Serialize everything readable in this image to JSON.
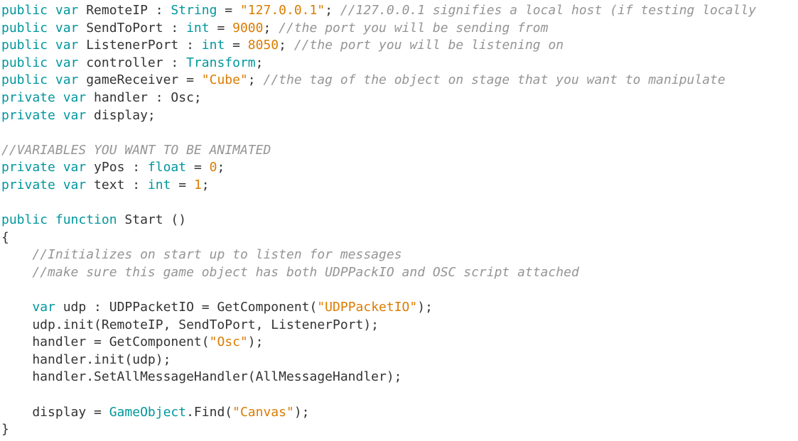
{
  "page": {
    "background": "#ffffff",
    "language": "unityscript-code-listing"
  },
  "palette": {
    "kw": "#00979D",
    "type": "#00979D",
    "str": "#DB7C00",
    "num": "#DB7C00",
    "cmt": "#959595",
    "plain": "#333333"
  },
  "code": {
    "lines": [
      [
        {
          "s": "public var",
          "c": "kw"
        },
        {
          "s": " RemoteIP : ",
          "c": "plain"
        },
        {
          "s": "String",
          "c": "type"
        },
        {
          "s": " = ",
          "c": "plain"
        },
        {
          "s": "\"127.0.0.1\"",
          "c": "str"
        },
        {
          "s": "; ",
          "c": "plain"
        },
        {
          "s": "//127.0.0.1 signifies a local host (if testing locally",
          "c": "cmt"
        }
      ],
      [
        {
          "s": "public var",
          "c": "kw"
        },
        {
          "s": " SendToPort : ",
          "c": "plain"
        },
        {
          "s": "int",
          "c": "type"
        },
        {
          "s": " = ",
          "c": "plain"
        },
        {
          "s": "9000",
          "c": "num"
        },
        {
          "s": "; ",
          "c": "plain"
        },
        {
          "s": "//the port you will be sending from",
          "c": "cmt"
        }
      ],
      [
        {
          "s": "public var",
          "c": "kw"
        },
        {
          "s": " ListenerPort : ",
          "c": "plain"
        },
        {
          "s": "int",
          "c": "type"
        },
        {
          "s": " = ",
          "c": "plain"
        },
        {
          "s": "8050",
          "c": "num"
        },
        {
          "s": "; ",
          "c": "plain"
        },
        {
          "s": "//the port you will be listening on",
          "c": "cmt"
        }
      ],
      [
        {
          "s": "public var",
          "c": "kw"
        },
        {
          "s": " controller : ",
          "c": "plain"
        },
        {
          "s": "Transform",
          "c": "type"
        },
        {
          "s": ";",
          "c": "plain"
        }
      ],
      [
        {
          "s": "public var",
          "c": "kw"
        },
        {
          "s": " gameReceiver = ",
          "c": "plain"
        },
        {
          "s": "\"Cube\"",
          "c": "str"
        },
        {
          "s": "; ",
          "c": "plain"
        },
        {
          "s": "//the tag of the object on stage that you want to manipulate",
          "c": "cmt"
        }
      ],
      [
        {
          "s": "private var",
          "c": "kw"
        },
        {
          "s": " handler : Osc;",
          "c": "plain"
        }
      ],
      [
        {
          "s": "private var",
          "c": "kw"
        },
        {
          "s": " display;",
          "c": "plain"
        }
      ],
      [],
      [
        {
          "s": "//VARIABLES YOU WANT TO BE ANIMATED",
          "c": "cmt"
        }
      ],
      [
        {
          "s": "private var",
          "c": "kw"
        },
        {
          "s": " yPos : ",
          "c": "plain"
        },
        {
          "s": "float",
          "c": "type"
        },
        {
          "s": " = ",
          "c": "plain"
        },
        {
          "s": "0",
          "c": "num"
        },
        {
          "s": ";",
          "c": "plain"
        }
      ],
      [
        {
          "s": "private var",
          "c": "kw"
        },
        {
          "s": " text : ",
          "c": "plain"
        },
        {
          "s": "int",
          "c": "type"
        },
        {
          "s": " = ",
          "c": "plain"
        },
        {
          "s": "1",
          "c": "num"
        },
        {
          "s": ";",
          "c": "plain"
        }
      ],
      [],
      [
        {
          "s": "public function",
          "c": "kw"
        },
        {
          "s": " Start ()",
          "c": "plain"
        }
      ],
      [
        {
          "s": "{",
          "c": "plain"
        }
      ],
      [
        {
          "s": "    ",
          "c": "plain"
        },
        {
          "s": "//Initializes on start up to listen for messages",
          "c": "cmt"
        }
      ],
      [
        {
          "s": "    ",
          "c": "plain"
        },
        {
          "s": "//make sure this game object has both UDPPackIO and OSC script attached",
          "c": "cmt"
        }
      ],
      [],
      [
        {
          "s": "    ",
          "c": "plain"
        },
        {
          "s": "var",
          "c": "kw"
        },
        {
          "s": " udp : UDPPacketIO = GetComponent(",
          "c": "plain"
        },
        {
          "s": "\"UDPPacketIO\"",
          "c": "str"
        },
        {
          "s": ");",
          "c": "plain"
        }
      ],
      [
        {
          "s": "    udp.init(RemoteIP, SendToPort, ListenerPort);",
          "c": "plain"
        }
      ],
      [
        {
          "s": "    handler = GetComponent(",
          "c": "plain"
        },
        {
          "s": "\"Osc\"",
          "c": "str"
        },
        {
          "s": ");",
          "c": "plain"
        }
      ],
      [
        {
          "s": "    handler.init(udp);",
          "c": "plain"
        }
      ],
      [
        {
          "s": "    handler.SetAllMessageHandler(AllMessageHandler);",
          "c": "plain"
        }
      ],
      [],
      [
        {
          "s": "    display = ",
          "c": "plain"
        },
        {
          "s": "GameObject",
          "c": "type"
        },
        {
          "s": ".Find(",
          "c": "plain"
        },
        {
          "s": "\"Canvas\"",
          "c": "str"
        },
        {
          "s": ");",
          "c": "plain"
        }
      ],
      [
        {
          "s": "}",
          "c": "plain"
        }
      ]
    ]
  }
}
